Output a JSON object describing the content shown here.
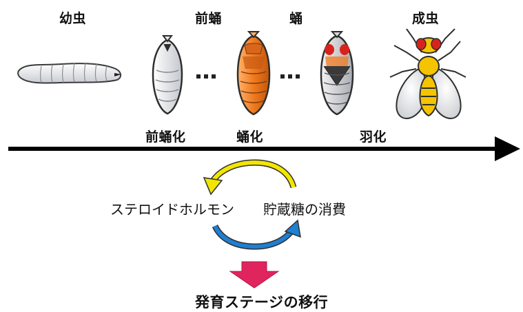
{
  "stages": {
    "larva": "幼虫",
    "prepupa": "前蛹",
    "pupa": "蛹",
    "adult": "成虫"
  },
  "events": {
    "prepupariation": "前蛹化",
    "pupariation": "蛹化",
    "eclosion": "羽化"
  },
  "cycle": {
    "left": "ステロイドホルモン",
    "right": "貯蔵糖の消費"
  },
  "result": "発育ステージの移行",
  "colors": {
    "timeline": "#000000",
    "cycle_top": "#f2e600",
    "cycle_bottom": "#1f7fd0",
    "result_arrow": "#e0245e",
    "pupa_orange": "#f07a1e",
    "fly_body": "#f5c400",
    "fly_eye": "#d8231c"
  }
}
